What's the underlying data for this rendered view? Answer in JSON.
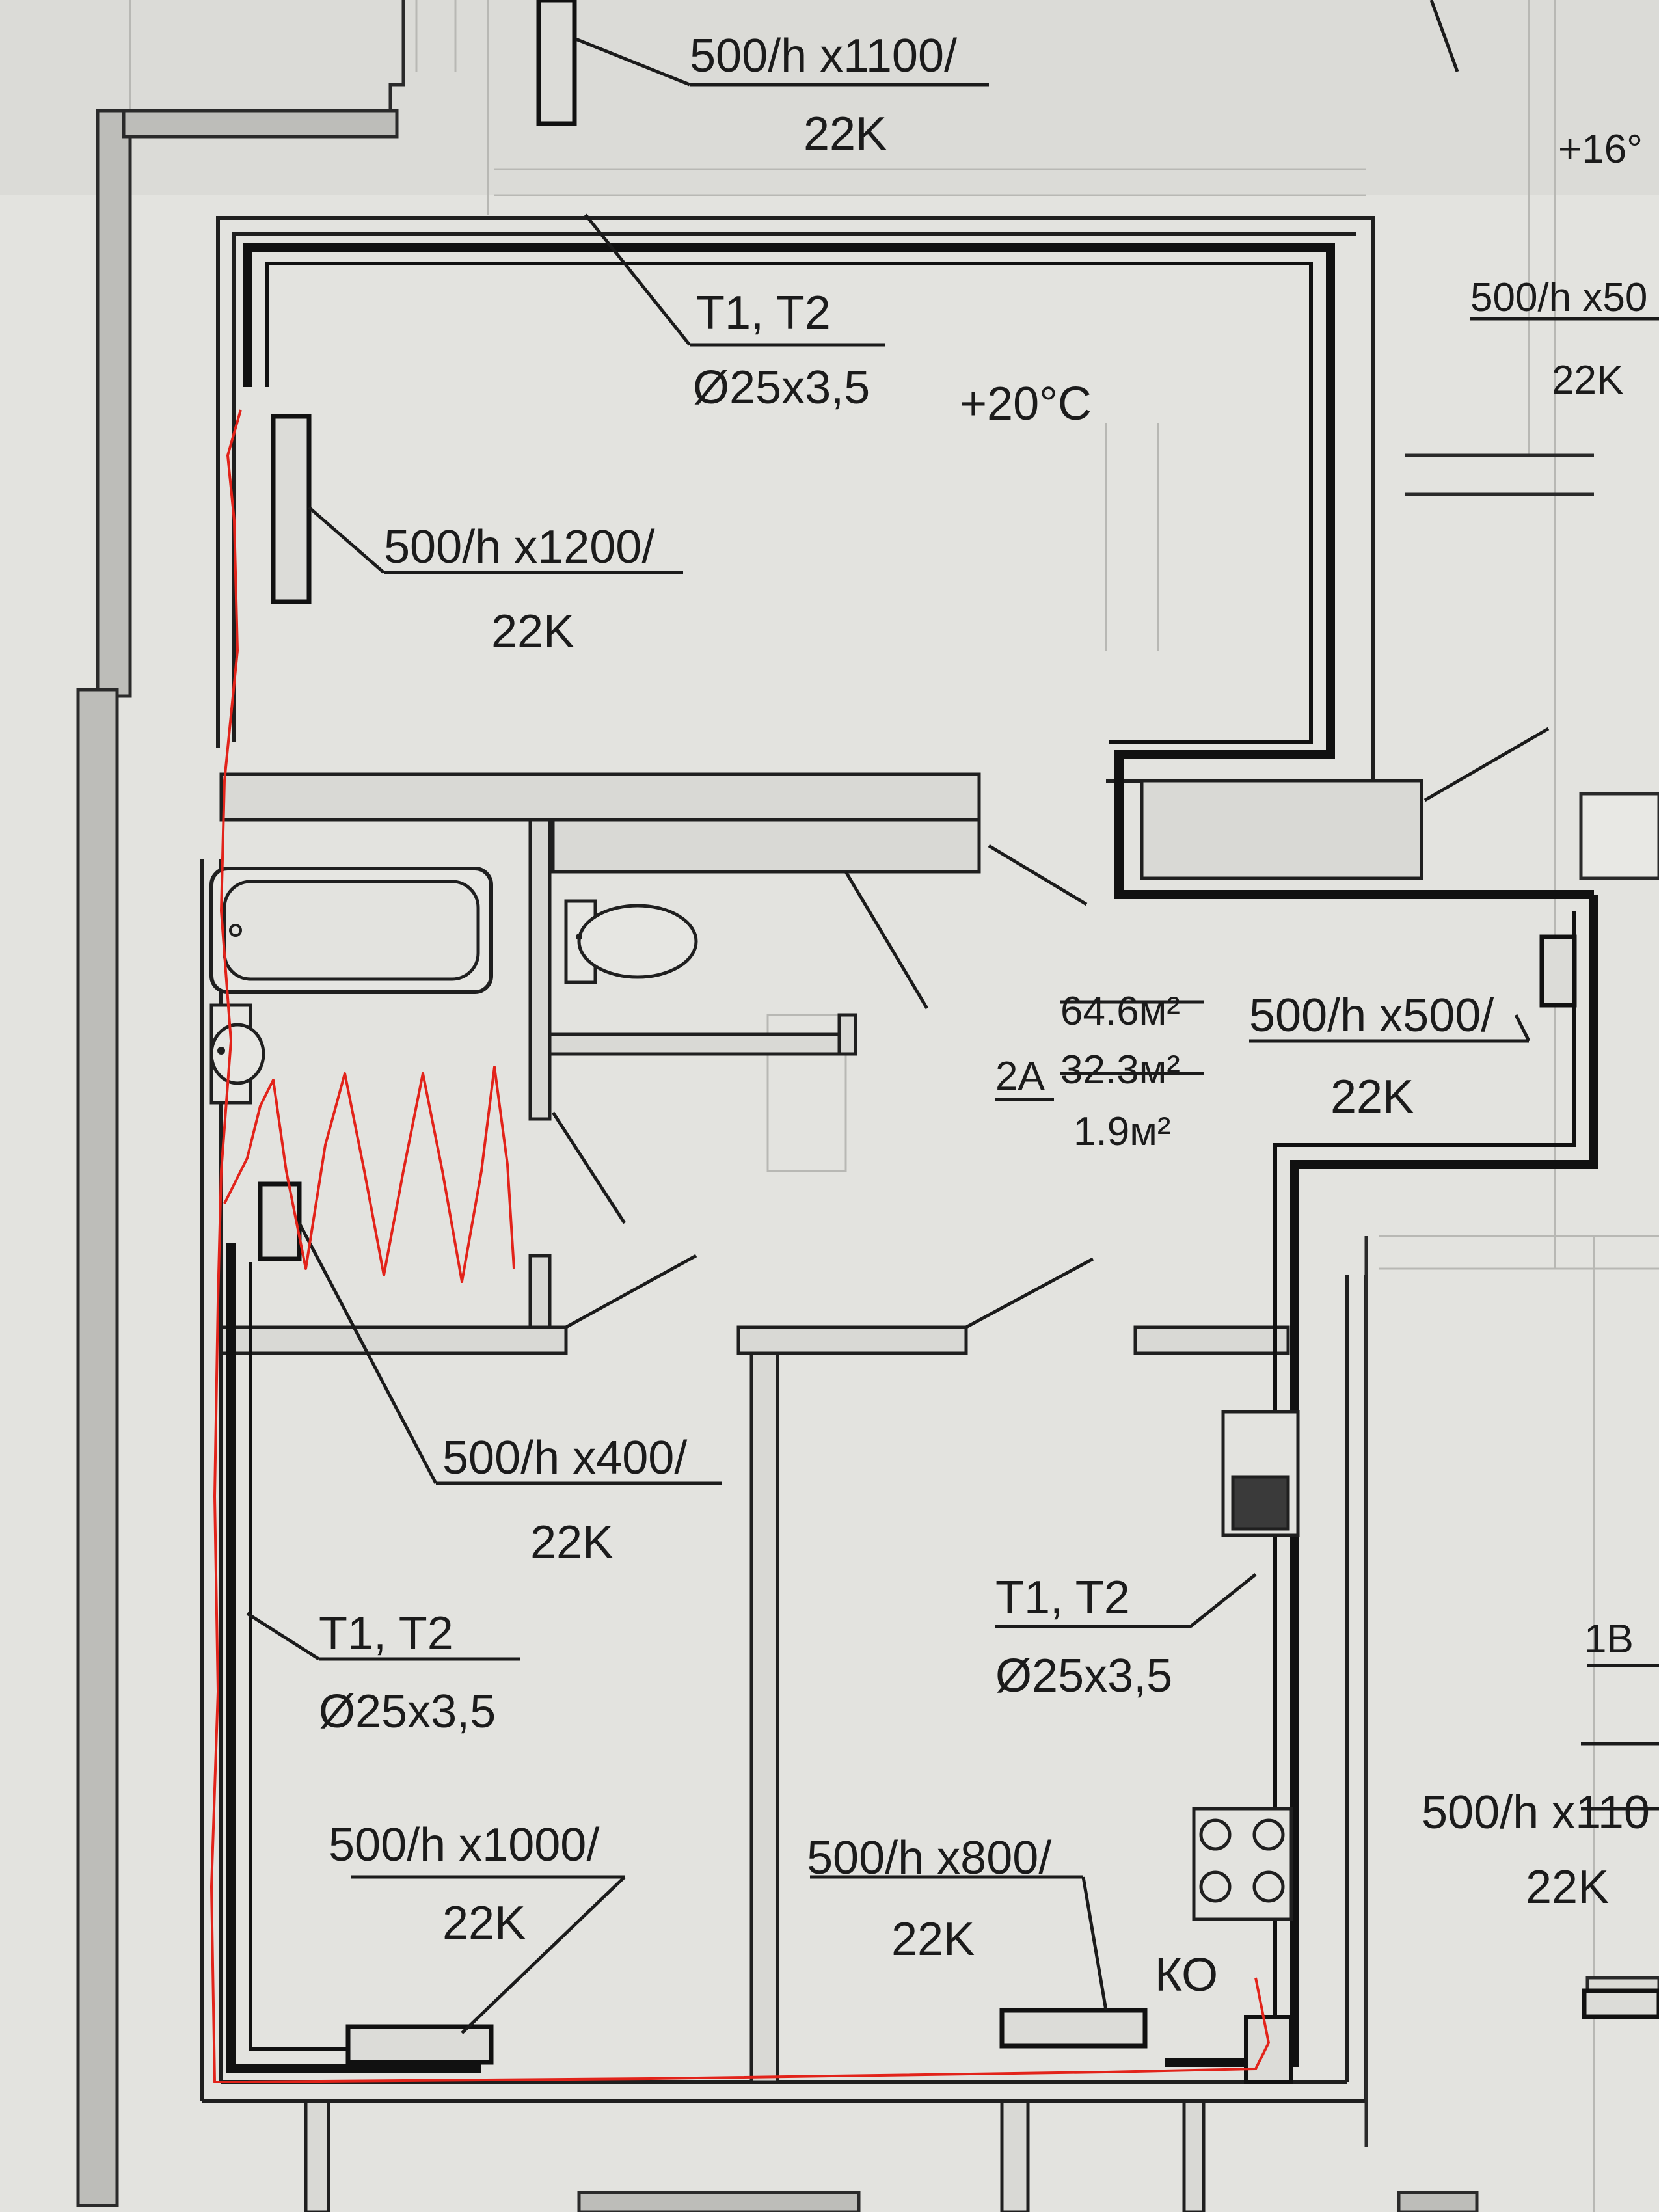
{
  "colors": {
    "paper": "#e2e2de",
    "ink": "#1b1b1b",
    "hand_marking": "#e2231a"
  },
  "temperatures": {
    "main_room": "+20°C",
    "neighbor": "+16°"
  },
  "apartment": {
    "type_label": "2А",
    "area_total": "64.6м²",
    "area_living": "32.3м²",
    "area_balcony": "1.9м²"
  },
  "neighbor_apartment": {
    "type_label": "1В"
  },
  "radiators": {
    "top_outside": {
      "size": "500/h x1100/",
      "model": "22K"
    },
    "main_room": {
      "size": "500/h x1200/",
      "model": "22K"
    },
    "top_right_outside": {
      "size": "500/h x50",
      "model": "22K"
    },
    "kitchen_corner": {
      "size": "500/h x500/",
      "model": "22K"
    },
    "bathroom": {
      "size": "500/h x400/",
      "model": "22K"
    },
    "bedroom_left": {
      "size": "500/h x1000/",
      "model": "22K"
    },
    "bedroom_right": {
      "size": "500/h x800/",
      "model": "22K"
    },
    "neighbor_right": {
      "size": "500/h x110",
      "model": "22K"
    }
  },
  "pipes": {
    "top": {
      "name": "T1, T2",
      "size": "Ø25x3,5"
    },
    "left": {
      "name": "T1, T2",
      "size": "Ø25x3,5"
    },
    "right": {
      "name": "T1, T2",
      "size": "Ø25x3,5"
    }
  },
  "markers": {
    "collector": "КО"
  }
}
